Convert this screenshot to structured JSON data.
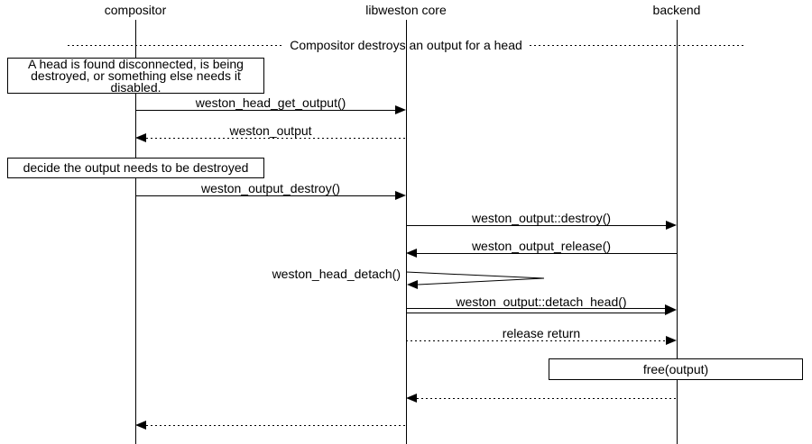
{
  "diagram": {
    "kind": "sequence-diagram",
    "colors": {
      "line": "#000000",
      "background": "#ffffff",
      "text": "#000000"
    },
    "actors": [
      {
        "id": "compositor",
        "label": "compositor"
      },
      {
        "id": "libweston-core",
        "label": "libweston core"
      },
      {
        "id": "backend",
        "label": "backend"
      }
    ],
    "divider": {
      "label": "Compositor destroys an output for a head"
    },
    "notes": [
      {
        "text": "A head is found disconnected, is being destroyed, or something else needs it disabled.",
        "over": "compositor"
      },
      {
        "text": "decide the output needs to be destroyed",
        "over": "compositor"
      },
      {
        "text": "free(output)",
        "over": "backend"
      }
    ],
    "messages": [
      {
        "label": "weston_head_get_output()",
        "from": "compositor",
        "to": "libweston core",
        "line": "solid"
      },
      {
        "label": "weston_output",
        "from": "libweston core",
        "to": "compositor",
        "line": "dotted"
      },
      {
        "label": "weston_output_destroy()",
        "from": "compositor",
        "to": "libweston core",
        "line": "solid"
      },
      {
        "label": "weston_output::destroy()",
        "from": "libweston core",
        "to": "backend",
        "line": "solid"
      },
      {
        "label": "weston_output_release()",
        "from": "backend",
        "to": "libweston core",
        "line": "solid"
      },
      {
        "label": "weston_head_detach()",
        "from": "libweston core",
        "to": "libweston core",
        "line": "self"
      },
      {
        "label": "weston_output::detach_head()",
        "from": "libweston core",
        "to": "backend",
        "line": "double"
      },
      {
        "label": "release return",
        "from": "libweston core",
        "to": "backend",
        "line": "dotted"
      },
      {
        "label": "",
        "from": "backend",
        "to": "libweston core",
        "line": "dotted"
      },
      {
        "label": "",
        "from": "libweston core",
        "to": "compositor",
        "line": "dotted"
      }
    ]
  }
}
